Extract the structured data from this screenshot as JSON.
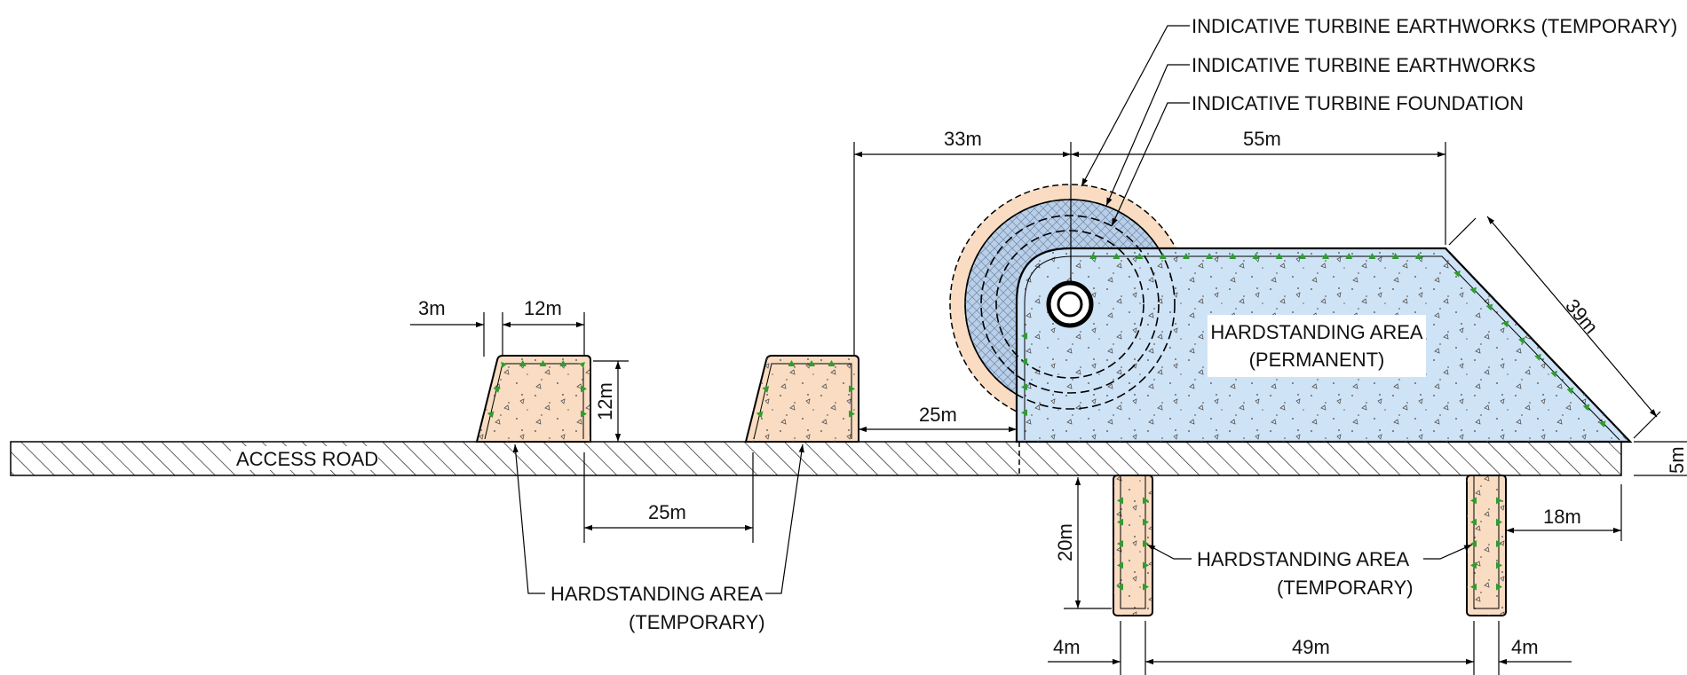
{
  "labels": {
    "earthworks_temporary": "INDICATIVE TURBINE EARTHWORKS (TEMPORARY)",
    "earthworks": "INDICATIVE TURBINE EARTHWORKS",
    "foundation": "INDICATIVE TURBINE FOUNDATION",
    "hardstanding_permanent_line1": "HARDSTANDING AREA",
    "hardstanding_permanent_line2": "(PERMANENT)",
    "hardstanding_temporary_left_line1": "HARDSTANDING AREA",
    "hardstanding_temporary_left_line2": "(TEMPORARY)",
    "hardstanding_temporary_right_line1": "HARDSTANDING AREA",
    "hardstanding_temporary_right_line2": "(TEMPORARY)",
    "access_road": "ACCESS ROAD"
  },
  "dimensions": {
    "d_3m": "3m",
    "d_12m_width": "12m",
    "d_12m_height": "12m",
    "d_25m_lower": "25m",
    "d_25m_upper": "25m",
    "d_33m": "33m",
    "d_55m": "55m",
    "d_39m": "39m",
    "d_5m": "5m",
    "d_20m": "20m",
    "d_18m": "18m",
    "d_4m_left": "4m",
    "d_49m": "49m",
    "d_4m_right": "4m"
  },
  "colors": {
    "permanent_fill": "#cfe3f7",
    "temporary_fill": "#f9dcc2",
    "edge_marker": "#2e9e2e",
    "road_hatch": "#222222"
  }
}
